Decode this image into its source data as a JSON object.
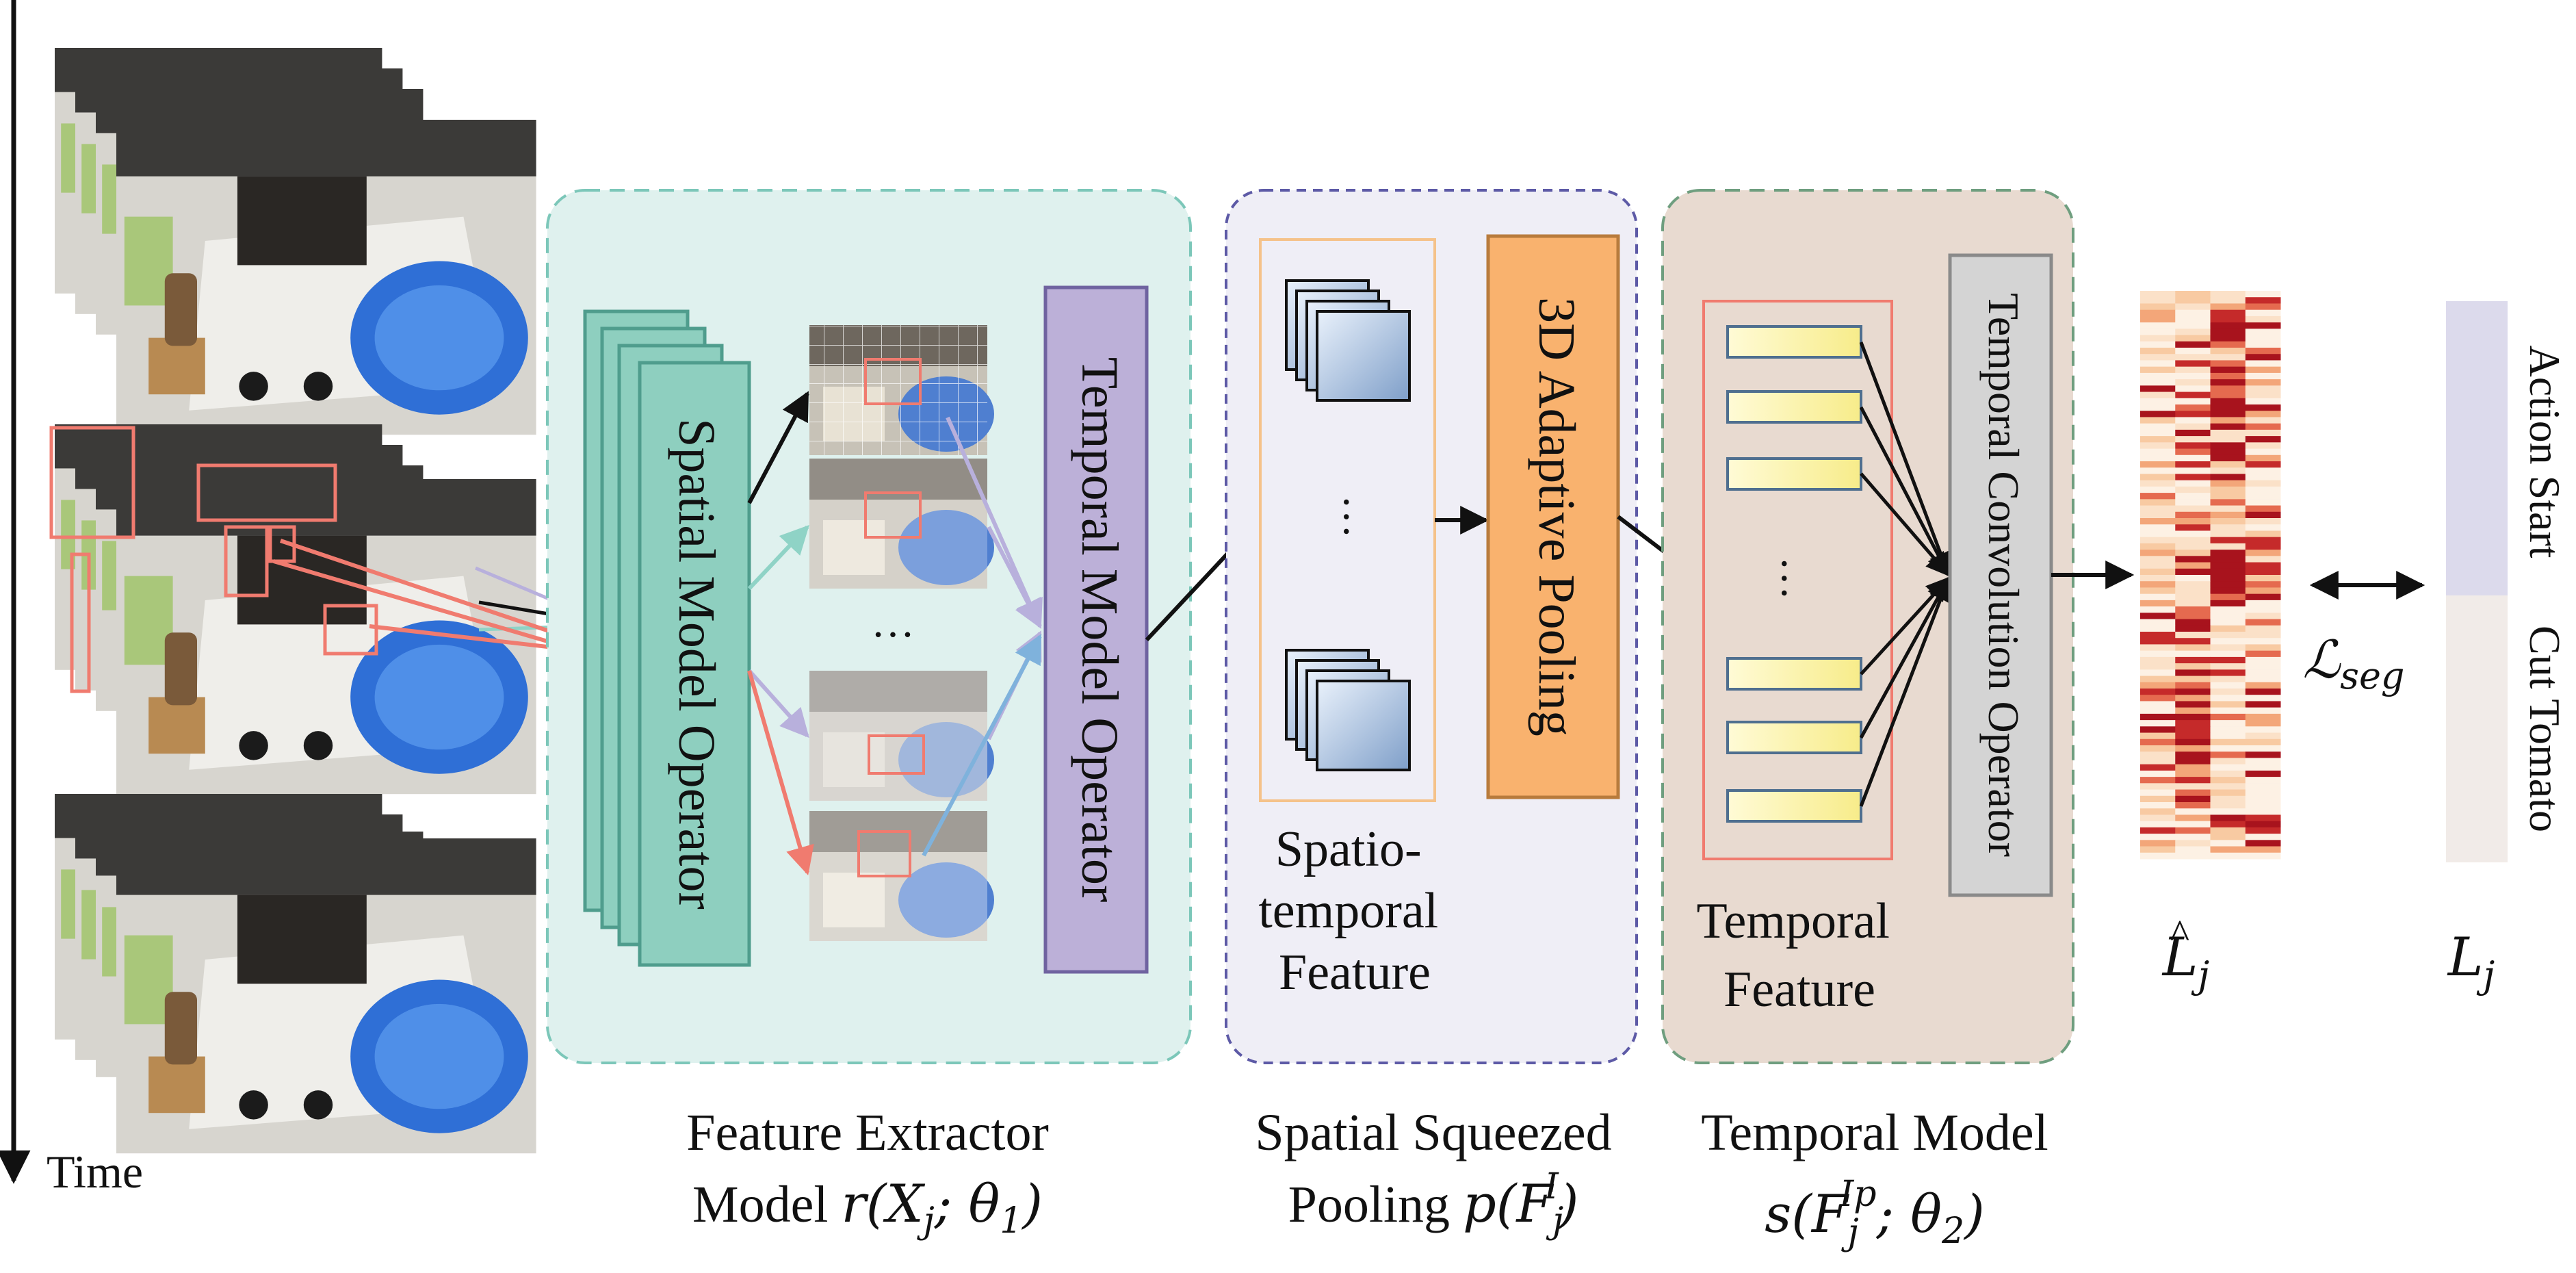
{
  "time_axis": {
    "label": "Time"
  },
  "ellipsis": "…",
  "modules": {
    "spatial_operator": "Spatial Model Operator",
    "temporal_operator": "Temporal Model Operator",
    "adaptive_pooling": "3D Adaptive Pooling",
    "temporal_conv_operator": "Temporal Convolution Operator",
    "spatiotemporal_feature": [
      "Spatio-",
      "temporal",
      "Feature"
    ],
    "temporal_feature": [
      "Temporal",
      "Feature"
    ]
  },
  "captions": {
    "feature_extractor": {
      "line1": "Feature Extractor",
      "line2_text": "Model",
      "line2_math": "r(X",
      "line2_sub": "j",
      "line2_tail": "; θ",
      "line2_sub2": "1",
      "line2_close": ")"
    },
    "spatial_squeezed": {
      "line1": "Spatial Squeezed",
      "line2_text": "Pooling",
      "line2_math": "p(F",
      "line2_sub": "j",
      "line2_sup": "I",
      "line2_close": ")"
    },
    "temporal_model": {
      "line1": "Temporal Model",
      "line2_math": "s(F",
      "line2_sub": "j",
      "line2_sup": "Ip",
      "line2_tail": "; θ",
      "line2_sub2": "2",
      "line2_close": ")"
    }
  },
  "outputs": {
    "predicted_label": {
      "base": "L",
      "sub": "j",
      "accent": "^"
    },
    "ground_truth_label": {
      "base": "L",
      "sub": "j"
    },
    "loss": {
      "symbol": "ℒ",
      "sub": "seg"
    },
    "segments": [
      "Action Start",
      "Cut Tomato"
    ]
  },
  "colors": {
    "feature_extractor_bg": "#dff1ee",
    "spatial_operator": "#8ecfbf",
    "temporal_operator": "#bcb0d8",
    "pooling_bg": "#efeef6",
    "adaptive_pooling": "#f9b26e",
    "temporal_bg": "#e8dad0",
    "temporal_conv": "#d4d4d4",
    "action_start": "#dcdaec",
    "cut_tomato": "#f1ebe8",
    "arrow_red": "#f07b6f",
    "arrow_teal": "#8fd3c6",
    "arrow_purple": "#b8b0dc",
    "arrow_blue": "#7fb2dc"
  }
}
